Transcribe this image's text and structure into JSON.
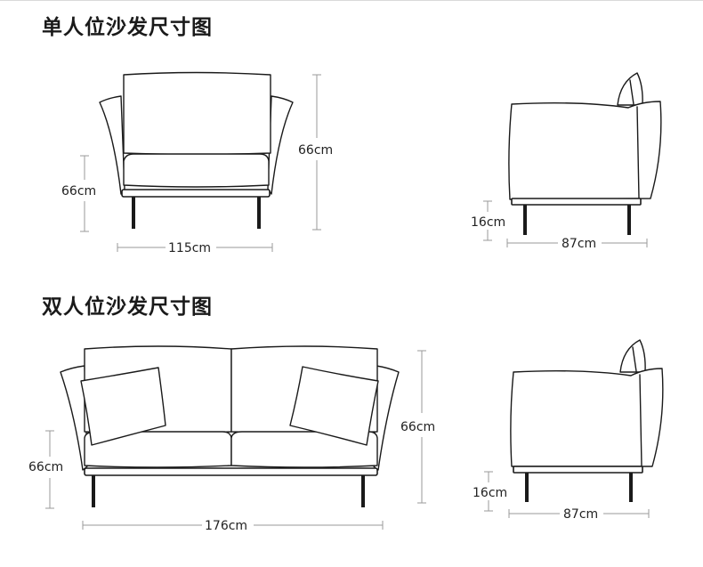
{
  "sections": [
    {
      "title": "单人位沙发尺寸图",
      "front": {
        "width": "115cm",
        "height": "66cm",
        "seat_height": "66cm"
      },
      "side": {
        "depth": "87cm",
        "leg_height": "16cm"
      }
    },
    {
      "title": "双人位沙发尺寸图",
      "front": {
        "width": "176cm",
        "height": "66cm",
        "seat_height": "66cm"
      },
      "side": {
        "depth": "87cm",
        "leg_height": "16cm"
      }
    }
  ],
  "colors": {
    "outline": "#1a1a1a",
    "dimension_line": "#9a9a9a",
    "title": "#1a1a1a"
  }
}
